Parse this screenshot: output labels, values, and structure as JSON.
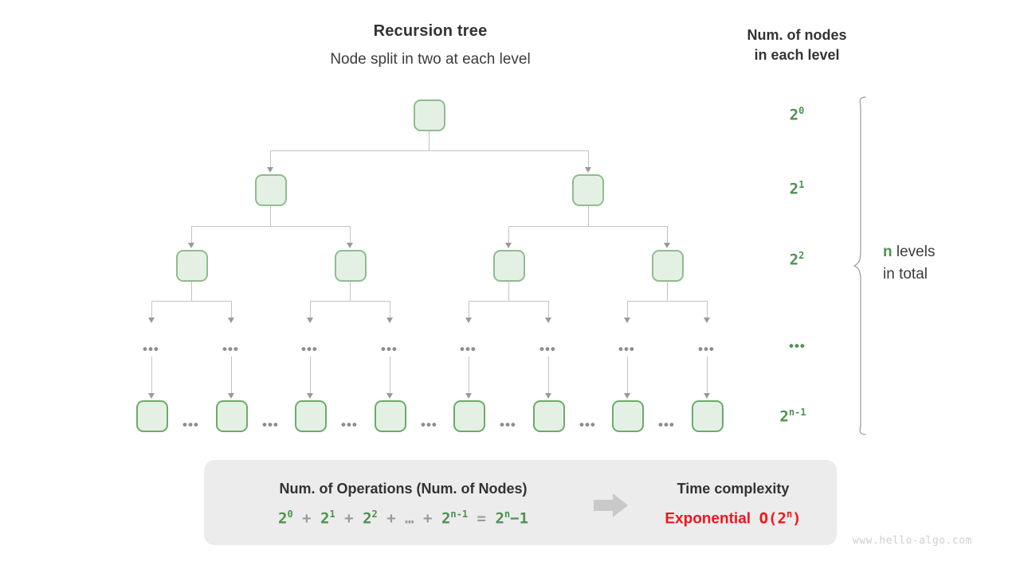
{
  "header": {
    "title": "Recursion tree",
    "subtitle": "Node split in two at each level",
    "column_heading_line1": "Num. of nodes",
    "column_heading_line2": "in each level"
  },
  "colors": {
    "node_fill": "#e5f0e5",
    "node_border": "#8fbc8f",
    "node_border_deep": "#6aab6a",
    "connector": "#c3c3c3",
    "green_text": "#4f9150",
    "red_text": "#f01520",
    "dark_text": "#333333",
    "box_fill": "#ececec",
    "watermark": "#cfcfcf"
  },
  "levels_labels": [
    {
      "base": "2",
      "exp": "0"
    },
    {
      "base": "2",
      "exp": "1"
    },
    {
      "base": "2",
      "exp": "2"
    },
    {
      "base": "…",
      "exp": ""
    },
    {
      "base": "2",
      "exp": "n-1"
    }
  ],
  "brace": {
    "count_label": "n",
    "text_line1": "levels",
    "text_line2": "in total"
  },
  "tree": {
    "ellipsis": "•••",
    "level_node_counts": [
      1,
      2,
      4,
      8
    ],
    "bottom_row_visible_nodes": 8
  },
  "summary": {
    "operations_title": "Num. of Operations (Num. of Nodes)",
    "formula": {
      "terms": [
        "2",
        "2",
        "2",
        "…",
        "2"
      ],
      "exponents": [
        "0",
        "1",
        "2",
        "",
        "n-1"
      ],
      "operator": "+",
      "equals": "=",
      "result_base": "2",
      "result_exp": "n",
      "result_tail": "−1",
      "plain": "2⁰ + 2¹ + 2² + … + 2ⁿ⁻¹ = 2ⁿ−1"
    },
    "time_complexity_title": "Time complexity",
    "time_complexity_word": "Exponential",
    "time_complexity_big_o": "O(2",
    "time_complexity_big_o_exp": "n",
    "time_complexity_big_o_tail": ")"
  },
  "watermark": "www.hello-algo.com"
}
